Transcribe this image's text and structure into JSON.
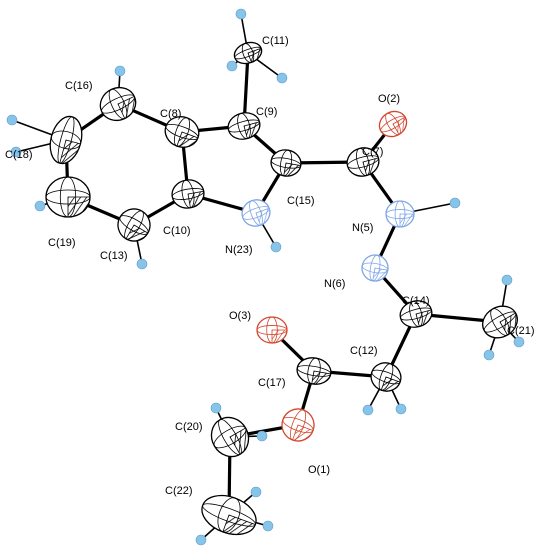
{
  "colors": {
    "carbon": "#000000",
    "oxygen": "#d2462e",
    "nitrogen": "#7fa5e6",
    "hydrogen": "#87c4ea",
    "background": "#ffffff"
  },
  "atoms": [
    {
      "id": "C11",
      "label": "C(11)"
    },
    {
      "id": "C9",
      "label": "C(9)"
    },
    {
      "id": "C8",
      "label": "C(8)"
    },
    {
      "id": "C16",
      "label": "C(16)"
    },
    {
      "id": "C18",
      "label": "C(18)"
    },
    {
      "id": "C19",
      "label": "C(19)"
    },
    {
      "id": "C10",
      "label": "C(10)"
    },
    {
      "id": "C13",
      "label": "C(13)"
    },
    {
      "id": "N23",
      "label": "N(23)"
    },
    {
      "id": "C15",
      "label": "C(15)"
    },
    {
      "id": "C7",
      "label": "C(7)"
    },
    {
      "id": "O2",
      "label": "O(2)"
    },
    {
      "id": "N5",
      "label": "N(5)"
    },
    {
      "id": "N6",
      "label": "N(6)"
    },
    {
      "id": "C14",
      "label": "C(14)"
    },
    {
      "id": "C21",
      "label": "C(21)"
    },
    {
      "id": "C12",
      "label": "C(12)"
    },
    {
      "id": "C17",
      "label": "C(17)"
    },
    {
      "id": "O3",
      "label": "O(3)"
    },
    {
      "id": "O1",
      "label": "O(1)"
    },
    {
      "id": "C20",
      "label": "C(20)"
    },
    {
      "id": "C22",
      "label": "C(22)"
    }
  ]
}
